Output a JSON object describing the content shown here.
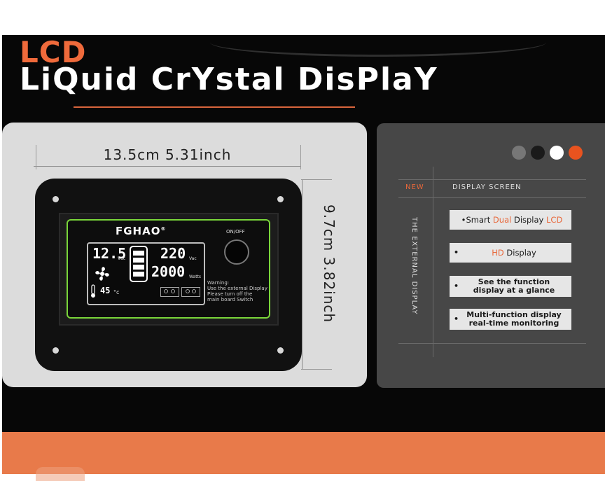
{
  "header": {
    "abbr": "LCD",
    "title": "LiQuid CrYstal DisPlaY"
  },
  "dimensions": {
    "width_label": "13.5cm 5.31inch",
    "height_label": "9.7cm 3.82inch"
  },
  "device": {
    "brand": "FGHAO",
    "onoff_label": "ON/OFF",
    "lcd": {
      "voltage_dc": "12.5",
      "voltage_dc_unit": "Vdc",
      "voltage_ac": "220",
      "voltage_ac_unit": "Vac",
      "power": "2000",
      "power_unit": "Watts",
      "temperature": "45",
      "temperature_unit": "°c"
    },
    "warning_text": "Warning:\nUse the external Display\nPlease turn off the\nmain board Switch"
  },
  "panel": {
    "dots_colors": [
      "#777777",
      "#1a1a1a",
      "#ffffff",
      "#e8531f"
    ],
    "new_label": "NEW",
    "display_screen_label": "DISPLAY SCREEN",
    "side_label": "THE EXTERNAL DISPLAY",
    "features": [
      {
        "parts": [
          "Smart ",
          "Dual",
          " Display ",
          "LCD"
        ]
      },
      {
        "parts": [
          "HD",
          " Display"
        ]
      },
      {
        "line1": "See the function",
        "line2": "display at a glance"
      },
      {
        "line1": "Multi-function display",
        "line2": "real-time monitoring"
      }
    ]
  },
  "colors": {
    "accent": "#e8673a",
    "lcd_border": "#7ad63a",
    "band": "#e87a4a"
  }
}
